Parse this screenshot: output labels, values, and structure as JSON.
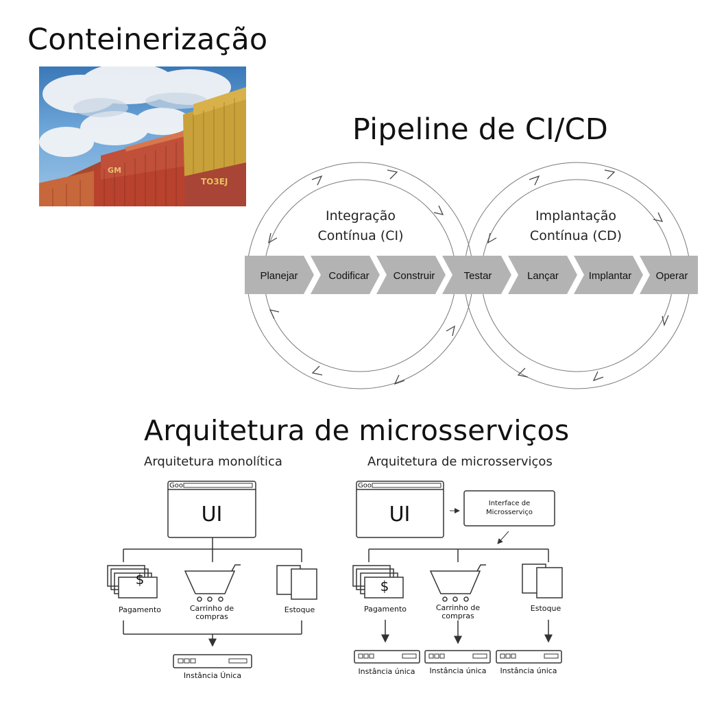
{
  "sections": {
    "containerization": {
      "title": "Conteinerização"
    },
    "cicd": {
      "title": "Pipeline de CI/CD",
      "ci_label_line1": "Integração",
      "ci_label_line2": "Contínua (CI)",
      "cd_label_line1": "Implantação",
      "cd_label_line2": "Contínua (CD)",
      "stages": [
        "Planejar",
        "Codificar",
        "Construir",
        "Testar",
        "Lançar",
        "Implantar",
        "Operar"
      ]
    },
    "microservices": {
      "title": "Arquitetura de microsserviços",
      "mono": {
        "heading": "Arquitetura monolítica",
        "ui": "UI",
        "browser_dots": "Goo",
        "payment": "Pagamento",
        "cart_line1": "Carrinho de",
        "cart_line2": "compras",
        "stock": "Estoque",
        "instance": "Instância Única"
      },
      "micro": {
        "heading": "Arquitetura de microsserviços",
        "ui": "UI",
        "browser_dots": "Goo",
        "interface_line1": "Interface de",
        "interface_line2": "Microsserviço",
        "payment": "Pagamento",
        "cart_line1": "Carrinho de",
        "cart_line2": "compras",
        "stock": "Estoque",
        "instance": "Instância única"
      }
    }
  },
  "photo_container_labels": [
    "GM",
    "TO3EJ"
  ],
  "colors": {
    "pipeline_band": "#b3b3b3",
    "stroke": "#333333",
    "container_red": "#b8422e",
    "container_yellow": "#c9a13a"
  }
}
